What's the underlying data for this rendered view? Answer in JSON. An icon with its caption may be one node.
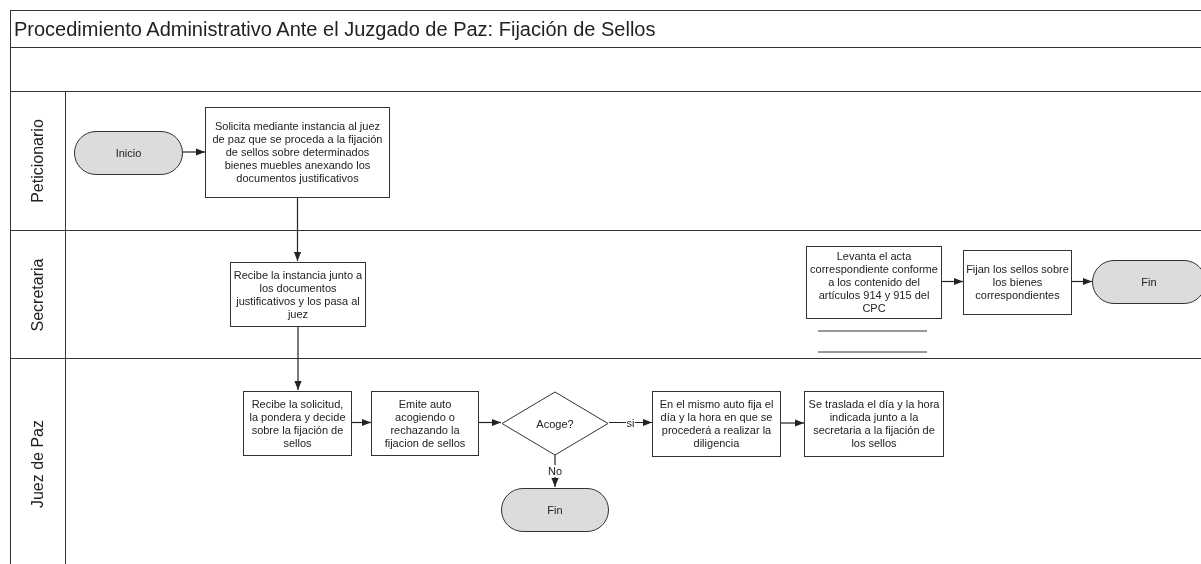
{
  "diagram": {
    "title": "Procedimiento Administrativo Ante el Juzgado de Paz: Fijación de Sellos",
    "nodes": [
      {
        "text": [
          "Peticionario"
        ]
      },
      {
        "text": [
          "Inicio"
        ],
        "in": 0
      },
      {
        "text": [
          "Solicita mediante instancia al juez de paz que se proceda a la fijación de sellos sobre determinados bienes muebles anexando los documentos justificativos"
        ],
        "in": 0
      },
      {
        "text": [
          "Secretaria"
        ]
      },
      {
        "text": [
          "Recibe la instancia junto a los documentos justificativos y los pasa al juez"
        ],
        "in": 3
      },
      {
        "text": [
          "Levanta el acta correspondiente conforme a los contenido del artículos 914 y 915 del CPC"
        ],
        "in": 3
      },
      {
        "text": [
          "Fijan los sellos sobre los bienes correspondientes"
        ],
        "in": 3
      },
      {
        "text": [
          "Fin"
        ],
        "in": 3
      },
      {
        "text": [
          "Juez de Paz"
        ]
      },
      {
        "text": [
          "Recibe la solicitud, la pondera y decide sobre la fijación de sellos"
        ],
        "in": 8
      },
      {
        "text": [
          "Emite auto acogiendo o rechazando la fijacion de sellos"
        ],
        "in": 8
      },
      {
        "text": [
          "Acoge?"
        ],
        "in": 8
      },
      {
        "text": [
          "En el mismo auto fija el día y la hora en que se procederá a realizar la diligencia"
        ],
        "in": 8
      },
      {
        "text": [
          "Se traslada el día y la hora indicada junto a la secretaria a la fijación de los sellos"
        ],
        "in": 8
      },
      {
        "text": [
          "Fin"
        ],
        "in": 8
      }
    ],
    "edges": [
      {
        "from": 1,
        "to": 2,
        "arrow": "to"
      },
      {
        "from": 2,
        "to": 4,
        "arrow": "to"
      },
      {
        "from": 4,
        "to": 9,
        "arrow": "to"
      },
      {
        "from": 9,
        "to": 10,
        "arrow": "to"
      },
      {
        "from": 10,
        "to": 11,
        "arrow": "to"
      },
      {
        "from": 11,
        "to": 12,
        "label": "si",
        "arrow": "to"
      },
      {
        "from": 12,
        "to": 13,
        "arrow": "to"
      },
      {
        "from": 11,
        "to": 14,
        "label": "No",
        "arrow": "to"
      },
      {
        "from": 5,
        "to": 6,
        "arrow": "to"
      },
      {
        "from": 6,
        "to": 7,
        "arrow": "to"
      }
    ]
  }
}
